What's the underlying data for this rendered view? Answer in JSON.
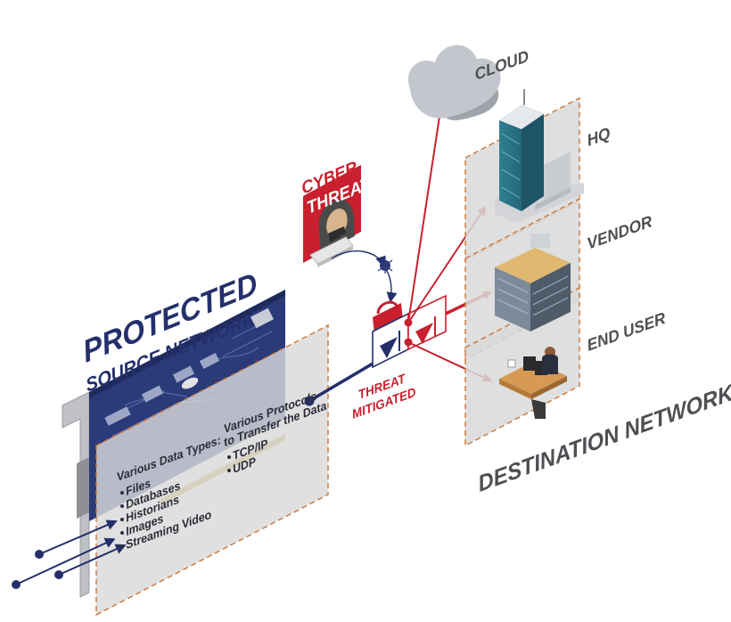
{
  "source": {
    "title_line1": "PROTECTED",
    "title_line2": "SOURCE NETWORK",
    "data_types_heading": "Various Data Types:",
    "data_types": [
      "Files",
      "Databases",
      "Historians",
      "Images",
      "Streaming Video"
    ],
    "protocols_heading_line1": "Various Protocols",
    "protocols_heading_line2": "to Transfer the Data",
    "protocols": [
      "TCP/IP",
      "UDP"
    ]
  },
  "threat": {
    "label_line1": "CYBER",
    "label_line2": "THREAT",
    "mitigated_line1": "THREAT",
    "mitigated_line2": "MITIGATED"
  },
  "destinations": {
    "cloud": "CLOUD",
    "hq": "HQ",
    "vendor": "VENDOR",
    "end_user": "END USER",
    "network_label": "DESTINATION NETWORK"
  },
  "colors": {
    "navy": "#24306b",
    "red": "#c8202e",
    "grey_text": "#4d4f53",
    "panel": "#dcdcdc",
    "cloud": "#b9bdc3"
  },
  "icons": [
    "hacker-icon",
    "bug-icon",
    "laptop-icon",
    "padlock-icon",
    "diode-icon",
    "cloud-icon",
    "office-tower-icon",
    "office-building-icon",
    "desk-worker-icon",
    "network-card-icon"
  ]
}
